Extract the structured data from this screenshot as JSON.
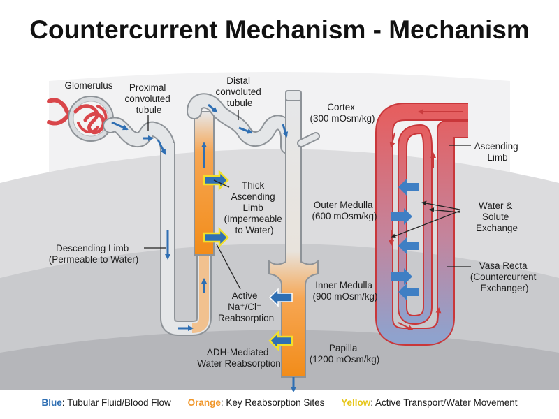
{
  "title": "Countercurrent Mechanism - Mechanism",
  "labels": {
    "glomerulus": [
      "Glomerulus"
    ],
    "proximal": [
      "Proximal",
      "convoluted",
      "tubule"
    ],
    "distal": [
      "Distal",
      "convoluted",
      "tubule"
    ],
    "cortex": [
      "Cortex",
      "(300 mOsm/kg)"
    ],
    "thick_ascending": [
      "Thick",
      "Ascending",
      "Limb",
      "(Impermeable",
      "to Water)"
    ],
    "outer_medulla": [
      "Outer Medulla",
      "(600 mOsm/kg)"
    ],
    "descending": [
      "Descending Limb",
      "(Permeable to Water)"
    ],
    "active": [
      "Active",
      "Na⁺/Cl⁻",
      "Reabsorption"
    ],
    "inner_medulla": [
      "Inner Medulla",
      "(900 mOsm/kg)"
    ],
    "adh": [
      "ADH-Mediated",
      "Water Reabsorption"
    ],
    "papilla": [
      "Papilla",
      "(1200 mOsm/kg)"
    ],
    "ascending_limb": [
      "Ascending",
      "Limb"
    ],
    "exchange": [
      "Water &",
      "Solute",
      "Exchange"
    ],
    "vasa_recta": [
      "Vasa Recta",
      "(Countercurrent",
      "Exchanger)"
    ]
  },
  "legend": [
    {
      "key": "Blue",
      "text": ": Tubular Fluid/Blood Flow",
      "color": "#2f6fb3"
    },
    {
      "key": "Orange",
      "text": ": Key Reabsorption Sites",
      "color": "#f0962a"
    },
    {
      "key": "Yellow",
      "text": ": Active Transport/Water Movement",
      "color": "#e6c619"
    }
  ],
  "colors": {
    "flow_blue": "#2f6fb3",
    "reabsorption_orange": "#f5921f",
    "transport_yellow": "#f2e02a",
    "tubule_gray": "#e4e6e8",
    "vasa_red": "#e2585a"
  }
}
